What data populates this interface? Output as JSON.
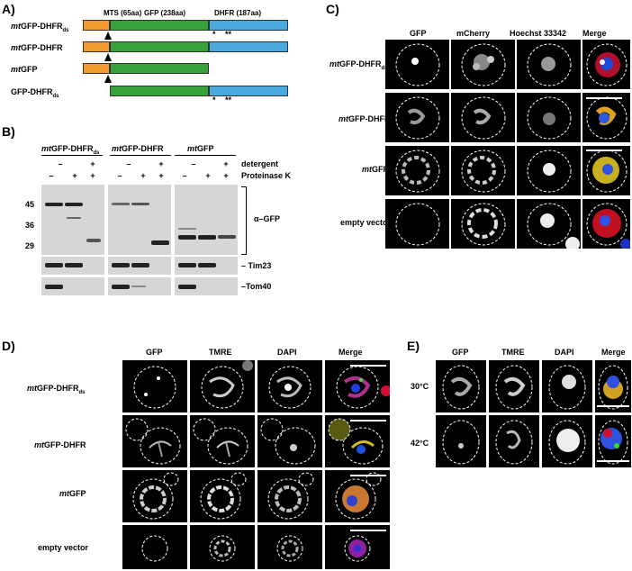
{
  "panels": {
    "a": "A)",
    "b": "B)",
    "c": "C)",
    "d": "D)",
    "e": "E)"
  },
  "panelA": {
    "header_mts": "MTS (65aa)",
    "header_gfp": "GFP (238aa)",
    "header_dhfr": "DHFR (187aa)",
    "rows": [
      "mtGFP-DHFRds",
      "mtGFP-DHFR",
      "mtGFP",
      "GFP-DHFRds"
    ],
    "star1": "*",
    "star2": "**"
  },
  "panelB": {
    "samples": [
      "mtGFP-DHFRds",
      "mtGFP-DHFR",
      "mtGFP"
    ],
    "detergent_label": "detergent",
    "protease_label": "Proteinase K",
    "detergent_signs": [
      "–",
      "+"
    ],
    "protease_signs": [
      "–",
      "+",
      "+"
    ],
    "markers": [
      "45",
      "36",
      "29"
    ],
    "blot_labels": {
      "gfp": "α–GFP",
      "tim23": "– Tim23",
      "tom40": "–Tom40"
    }
  },
  "panelC": {
    "columns": [
      "GFP",
      "mCherry",
      "Hoechst 33342",
      "Merge"
    ],
    "rows": [
      "mtGFP-DHFRds",
      "mtGFP-DHFR",
      "mtGFP",
      "empty vector"
    ]
  },
  "panelD": {
    "columns": [
      "GFP",
      "TMRE",
      "DAPI",
      "Merge"
    ],
    "rows": [
      "mtGFP-DHFRds",
      "mtGFP-DHFR",
      "mtGFP",
      "empty vector"
    ]
  },
  "panelE": {
    "columns": [
      "GFP",
      "TMRE",
      "DAPI",
      "Merge"
    ],
    "rows": [
      "30°C",
      "42°C"
    ]
  }
}
